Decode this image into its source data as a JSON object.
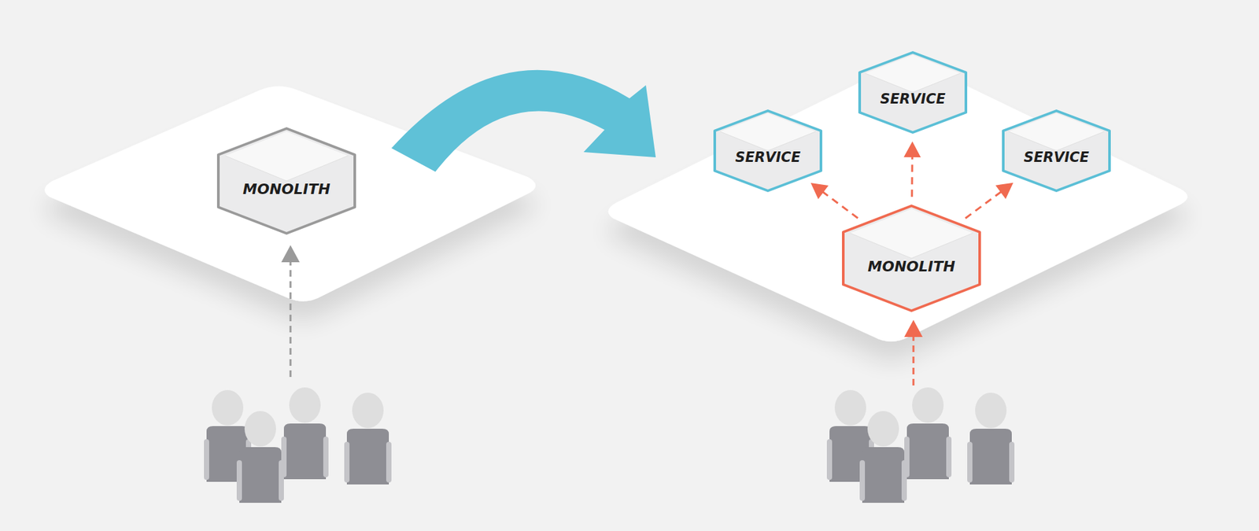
{
  "diagram": {
    "nodes": [
      {
        "text": [
          "MONOLITH"
        ]
      },
      {
        "text": [
          "SERVICE"
        ]
      },
      {
        "text": [
          "SERVICE"
        ]
      },
      {
        "text": [
          "SERVICE"
        ]
      },
      {
        "text": [
          "MONOLITH"
        ]
      }
    ],
    "edges": [
      {
        "from": 4,
        "to": 1,
        "arrow": "to"
      },
      {
        "from": 4,
        "to": 2,
        "arrow": "to"
      },
      {
        "from": 4,
        "to": 3,
        "arrow": "to"
      }
    ]
  }
}
